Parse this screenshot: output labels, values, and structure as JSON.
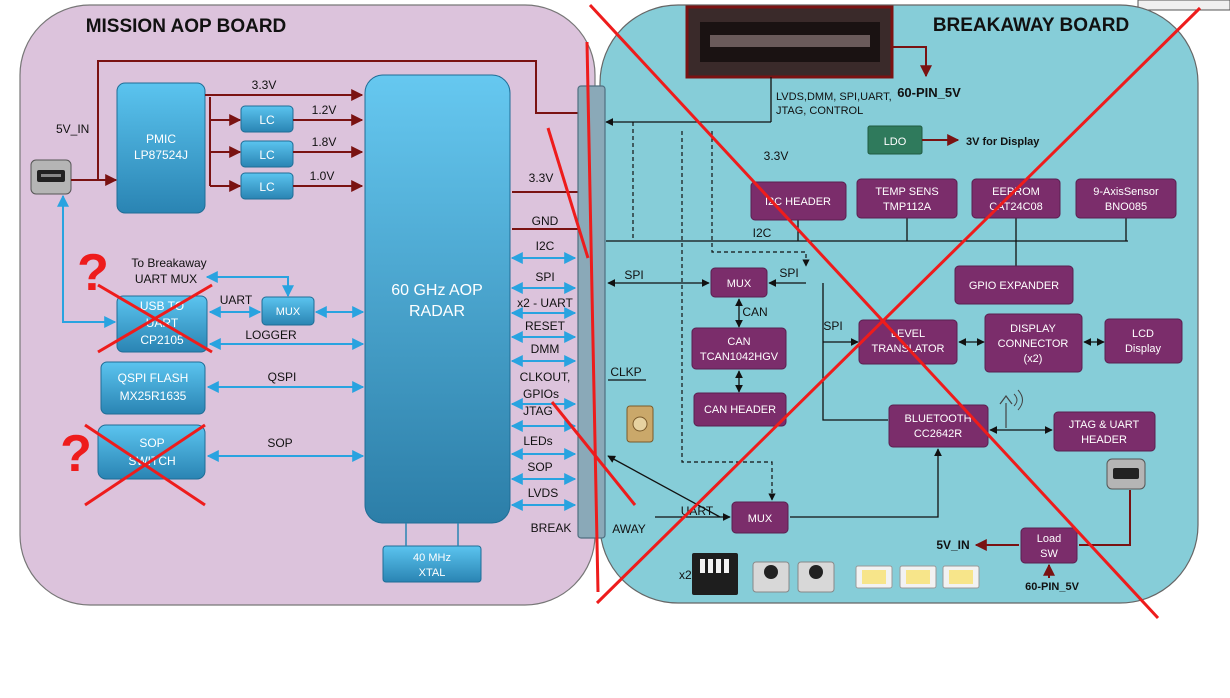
{
  "mission_board": {
    "title": "MISSION AOP BOARD",
    "pmic": [
      "PMIC",
      "LP87524J"
    ],
    "lc_label": "LC",
    "radar": [
      "60 GHz AOP",
      "RADAR"
    ],
    "xtal": [
      "40 MHz",
      "XTAL"
    ],
    "usb_uart": [
      "USB TO",
      "UART",
      "CP2105"
    ],
    "mux": "MUX",
    "qspi_flash": [
      "QSPI FLASH",
      "MX25R1635"
    ],
    "sop_switch": [
      "SOP",
      "SWITCH"
    ],
    "input_label": "5V_IN",
    "rails": [
      "3.3V",
      "1.2V",
      "1.8V",
      "1.0V"
    ],
    "to_breakaway": [
      "To Breakaway",
      "UART MUX"
    ],
    "uart": "UART",
    "logger": "LOGGER",
    "qspi": "QSPI",
    "sop": "SOP",
    "question_mark": "?",
    "connector_signals": [
      "3.3V",
      "GND",
      "I2C",
      "SPI",
      "x2 - UART",
      "RESET",
      "DMM",
      "CLKOUT,",
      "GPIOs",
      "JTAG",
      "LEDs",
      "SOP",
      "LVDS"
    ],
    "break_label": "BREAK"
  },
  "breakaway_board": {
    "title": "BREAKAWAY BOARD",
    "away_label": "AWAY",
    "connector_60pin": "60-PIN_5V",
    "connector_signals": [
      "LVDS,DMM, SPI,UART,",
      "JTAG, CONTROL"
    ],
    "ldo": "LDO",
    "display_3v": "3V for Display",
    "rail_3v3": "3.3V",
    "i2c": "I2C",
    "spi": "SPI",
    "can": "CAN",
    "uart": "UART",
    "clkp": "CLKP",
    "x2": "x2",
    "i2c_header": "I2C HEADER",
    "temp_sens": [
      "TEMP SENS",
      "TMP112A"
    ],
    "eeprom": [
      "EEPROM",
      "CAT24C08"
    ],
    "axis_sensor": [
      "9-AxisSensor",
      "BNO085"
    ],
    "gpio_expander": "GPIO EXPANDER",
    "mux": "MUX",
    "can_transceiver": [
      "CAN",
      "TCAN1042HGV"
    ],
    "can_header": "CAN HEADER",
    "level_translator": [
      "LEVEL",
      "TRANSLATOR"
    ],
    "display_connector": [
      "DISPLAY",
      "CONNECTOR",
      "(x2)"
    ],
    "lcd_display": [
      "LCD",
      "Display"
    ],
    "bluetooth": [
      "BLUETOOTH",
      "CC2642R"
    ],
    "jtag_uart_header": [
      "JTAG & UART",
      "HEADER"
    ],
    "load_sw": [
      "Load",
      "SW"
    ],
    "out_5v_in": "5V_IN",
    "in_60pin": "60-PIN_5V"
  },
  "colors": {
    "mission_bg": "#dcc3dc",
    "breakaway_bg": "#86cdd8",
    "purple_block": "#7b2d6b",
    "blue_block": "#3c9fcc",
    "red_x": "#ee1c1c",
    "dark_red_line": "#7a1212",
    "light_blue_line": "#29a3e0"
  }
}
